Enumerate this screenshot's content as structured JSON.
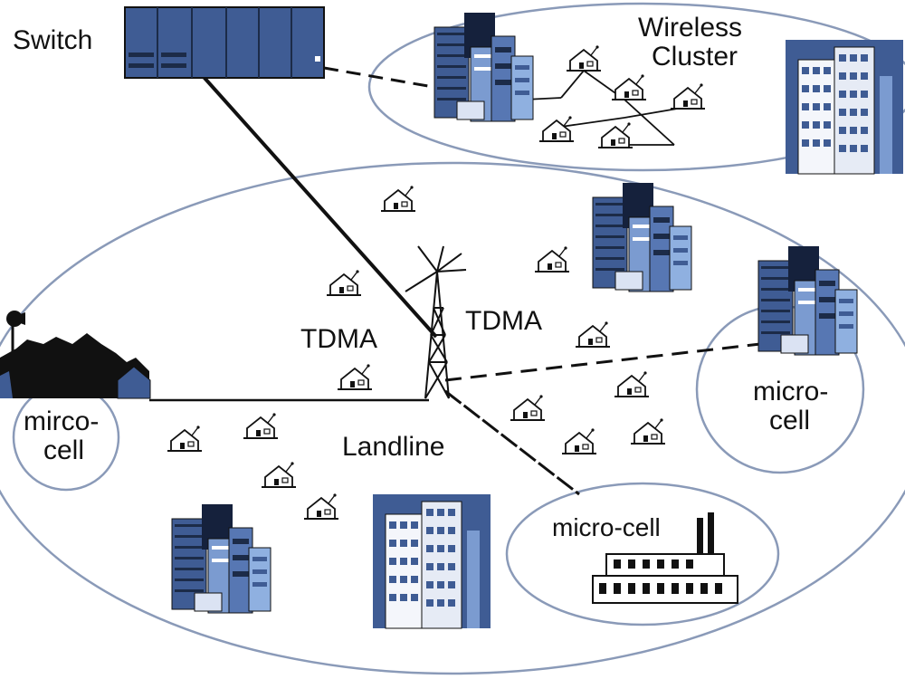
{
  "labels": {
    "switch": "Switch",
    "wireless_line1": "Wireless",
    "wireless_line2": "Cluster",
    "tdma_left": "TDMA",
    "tdma_right": "TDMA",
    "landline": "Landline",
    "left_cell_line1": "mirco-",
    "left_cell_line2": "cell",
    "right_cell_line1": "micro-",
    "right_cell_line2": "cell",
    "bottom_cell": "micro-cell"
  },
  "colors": {
    "ellipse": "#8a9ab8",
    "building_dark": "#3f5c94",
    "building_light": "#7b9bd0",
    "ink": "#111111"
  },
  "icons": [
    "switch-rack-icon",
    "radio-tower-icon",
    "office-building-icon",
    "skyscraper-icon",
    "house-icon",
    "factory-icon",
    "satellite-dish-icon",
    "town-silhouette-icon"
  ]
}
